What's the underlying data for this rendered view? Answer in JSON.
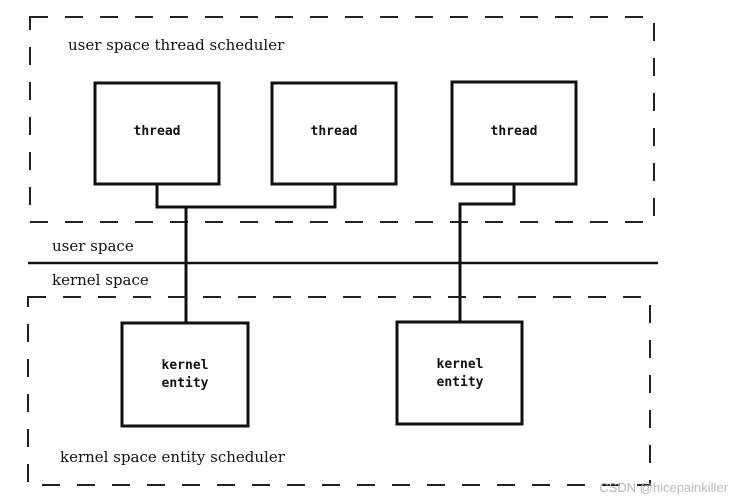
{
  "user_scheduler": {
    "label": "user space thread scheduler"
  },
  "threads": [
    {
      "label": "thread"
    },
    {
      "label": "thread"
    },
    {
      "label": "thread"
    }
  ],
  "boundary": {
    "upper_label": "user space",
    "lower_label": "kernel space"
  },
  "kernel_entities": [
    {
      "line1": "kernel",
      "line2": "entity"
    },
    {
      "line1": "kernel",
      "line2": "entity"
    }
  ],
  "kernel_scheduler": {
    "label": "kernel space entity scheduler"
  },
  "watermark": "CSDN @hicepainkiller"
}
